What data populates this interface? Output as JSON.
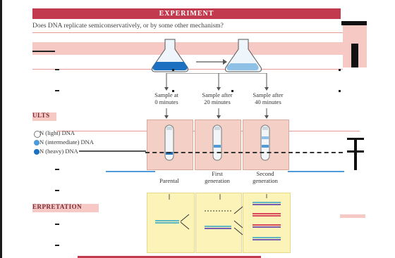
{
  "header": {
    "title": "EXPERIMENT"
  },
  "question": {
    "text": "Does DNA replicate semiconservatively, or by some other mechanism?"
  },
  "sections": {
    "results": "ULTS",
    "interpretation": "ERPRETATION"
  },
  "samples": [
    {
      "label_line1": "Sample at",
      "label_line2": "0 minutes"
    },
    {
      "label_line1": "Sample after",
      "label_line2": "20 minutes"
    },
    {
      "label_line1": "Sample after",
      "label_line2": "40 minutes"
    }
  ],
  "legend": [
    {
      "text": "N (light) DNA",
      "color": "#8fc0e6"
    },
    {
      "text": "N (intermediate) DNA",
      "color": "#4f9ad8"
    },
    {
      "text": "N (heavy) DNA",
      "color": "#1d6fbf"
    }
  ],
  "generations": [
    {
      "line1": "Parental",
      "line2": ""
    },
    {
      "line1": "First",
      "line2": "generation"
    },
    {
      "line1": "Second",
      "line2": "generation"
    }
  ],
  "colors": {
    "accent": "#c23a4e",
    "pink": "#f3cfc5",
    "yellow": "#fbf3b8",
    "heavy_blue": "#1d6fbf",
    "light_blue": "#8fc0e6",
    "strand_teal": "#5fb6c3",
    "strand_red": "#d94a5c",
    "strand_purple": "#7a5cae"
  }
}
